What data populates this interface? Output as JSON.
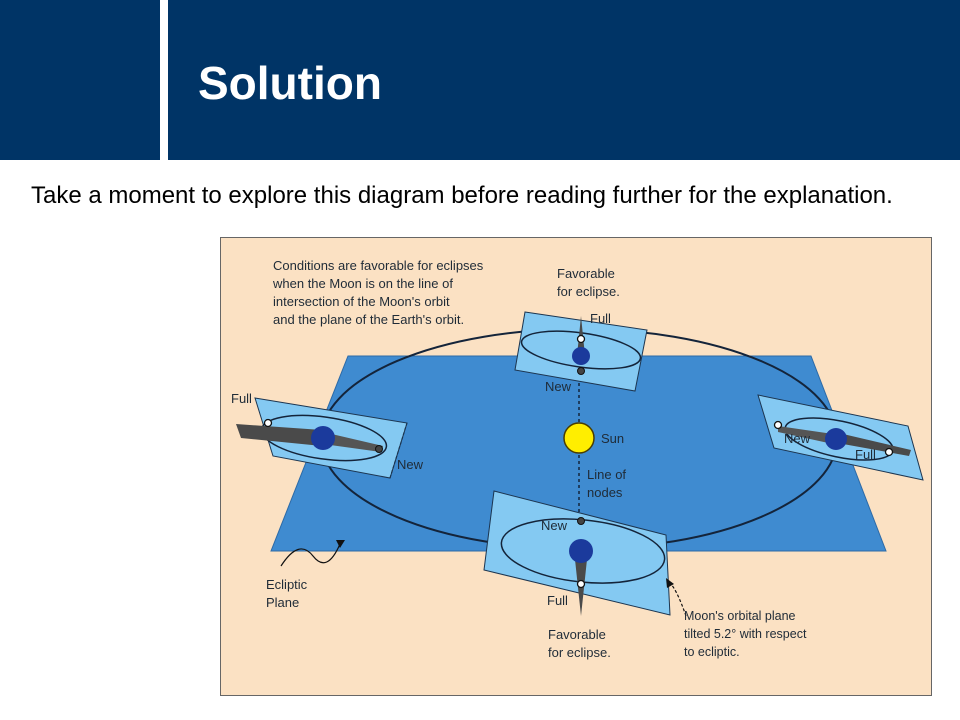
{
  "slide": {
    "title": "Solution",
    "intro": "Take a moment to explore this diagram before reading further for the explanation."
  },
  "diagram": {
    "conditions_note": [
      "Conditions are favorable for eclipses",
      "when the Moon is on the line of",
      "intersection of the Moon's orbit",
      "and the plane of the Earth's orbit."
    ],
    "favorable_top": [
      "Favorable",
      "for eclipse."
    ],
    "favorable_bottom": [
      "Favorable",
      "for eclipse."
    ],
    "full_label": "Full",
    "new_label": "New",
    "sun_label": "Sun",
    "line_of_nodes": [
      "Line of",
      "nodes"
    ],
    "ecliptic_plane": [
      "Ecliptic",
      "Plane"
    ],
    "moon_orbital_plane": [
      "Moon's orbital plane",
      "tilted 5.2° with respect",
      "to ecliptic."
    ]
  },
  "colors": {
    "header": "#003466",
    "diagram_background": "#fbe1c3",
    "ecliptic_plane": "#3f8bd0",
    "moon_orbit_plane": "#84c9f2",
    "sun": "#ffee00",
    "earth": "#1b3a9c"
  }
}
